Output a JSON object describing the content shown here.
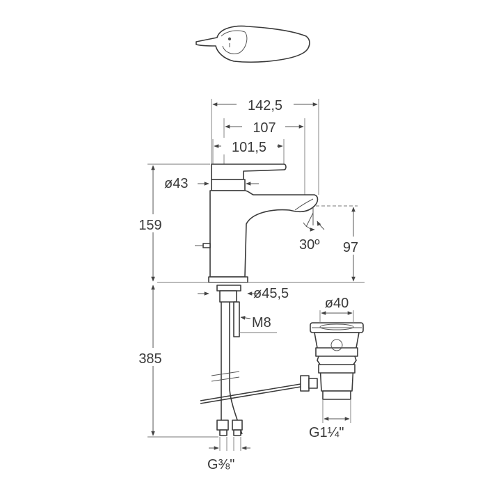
{
  "dimensions": {
    "overall_length": "142,5",
    "spout_reach": "107",
    "lever_length": "101,5",
    "body_diameter": "ø43",
    "tap_height": "159",
    "spout_angle": "30º",
    "spout_height": "97",
    "base_diameter": "ø45,5",
    "rod_thread": "M8",
    "hose_length": "385",
    "waste_diameter": "ø40",
    "waste_thread": "G1¼\"",
    "hose_thread": "G⅜\""
  }
}
